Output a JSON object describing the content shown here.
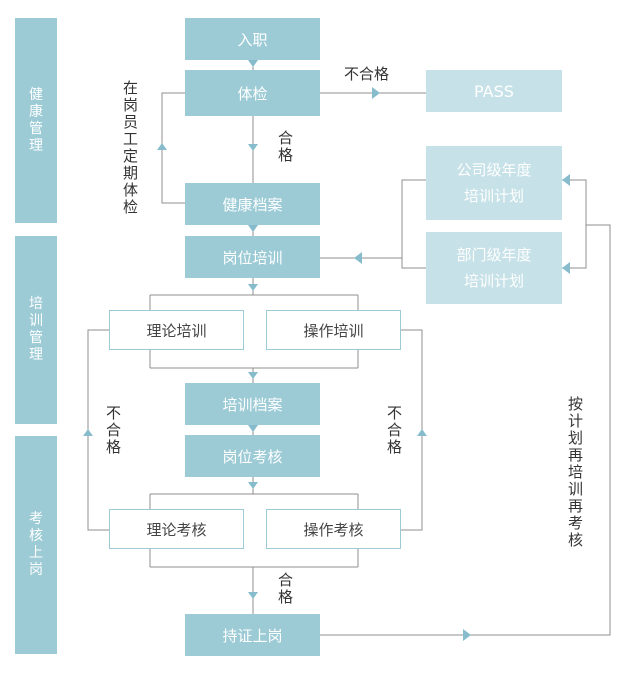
{
  "colors": {
    "dark": "#9ccbd6",
    "light": "#c6e1e7",
    "line": "#8f8f8f",
    "arrow": "#86bccb",
    "text": "#333333"
  },
  "phases": [
    {
      "id": "health",
      "label": "健康管理"
    },
    {
      "id": "training",
      "label": "培训管理"
    },
    {
      "id": "assessment",
      "label": "考核上岗"
    }
  ],
  "steps": {
    "onboarding": "入职",
    "physical_exam": "体检",
    "pass": "PASS",
    "health_file": "健康档案",
    "job_training": "岗位培训",
    "company_plan": [
      "公司级年度",
      "培训计划"
    ],
    "dept_plan": [
      "部门级年度",
      "培训计划"
    ],
    "theory_training": "理论培训",
    "practical_training": "操作培训",
    "training_file": "培训档案",
    "job_assessment": "岗位考核",
    "theory_exam": "理论考核",
    "practical_exam": "操作考核",
    "certified": "持证上岗"
  },
  "labels": {
    "fail_horizontal": "不合格",
    "periodic_exam": "在岗员工定期体检",
    "pass_label": "合格",
    "fail_left": "不合格",
    "fail_right": "不合格",
    "pass_label_bottom": "合格",
    "retrain_note": "按计划再培训再考核"
  }
}
